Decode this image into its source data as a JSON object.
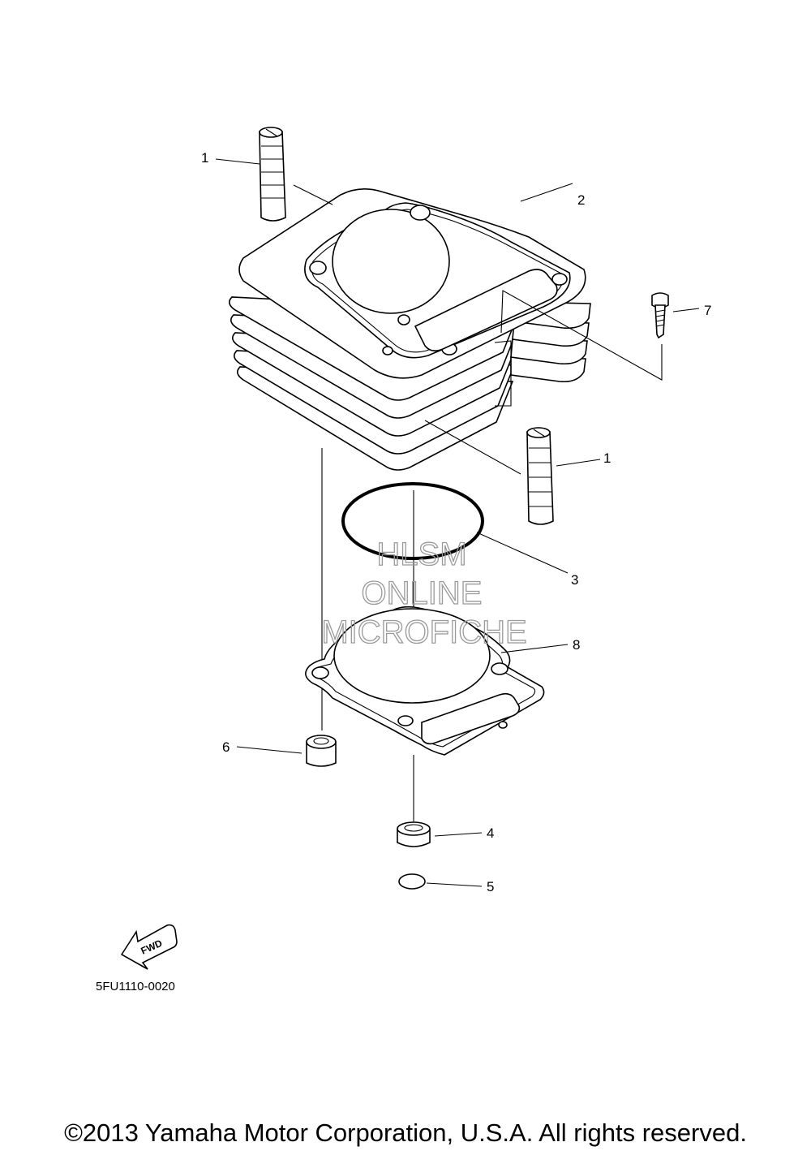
{
  "callouts": {
    "c1a": "1",
    "c1b": "1",
    "c2": "2",
    "c3": "3",
    "c4": "4",
    "c5": "5",
    "c6": "6",
    "c7": "7",
    "c8": "8"
  },
  "diagram_code": "5FU1110-0020",
  "fwd_label": "FWD",
  "watermark": {
    "line1": "HLSM",
    "line2": "ONLINE",
    "line3": "MICROFICHE"
  },
  "copyright": "©2013 Yamaha Motor Corporation, U.S.A. All rights reserved."
}
